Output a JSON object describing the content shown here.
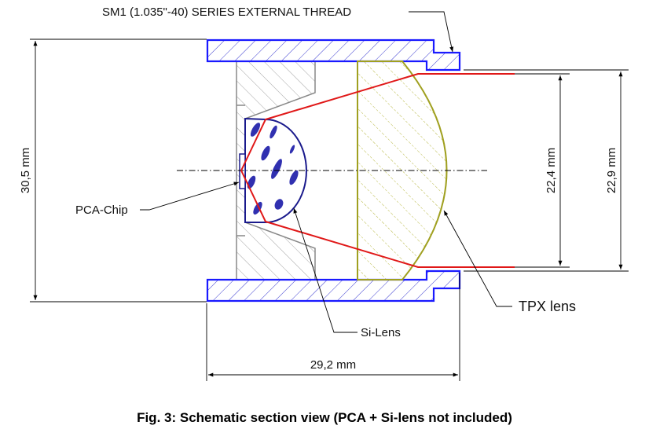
{
  "labels": {
    "thread": "SM1 (1.035\"-40) SERIES EXTERNAL THREAD",
    "chip": "PCA-Chip",
    "si_lens": "Si-Lens",
    "tpx_lens": "TPX lens"
  },
  "dimensions": {
    "outer_diameter": "30,5 mm",
    "beam_inner": "22,4 mm",
    "beam_outer": "22,9 mm",
    "length": "29,2 mm"
  },
  "caption": "Fig. 3: Schematic section view (PCA + Si-lens not included)",
  "colors": {
    "housing": "#1a1aff",
    "block": "#888888",
    "si_lens": "#1a1a8c",
    "tpx": "#a0a020",
    "ray": "#e01818"
  }
}
